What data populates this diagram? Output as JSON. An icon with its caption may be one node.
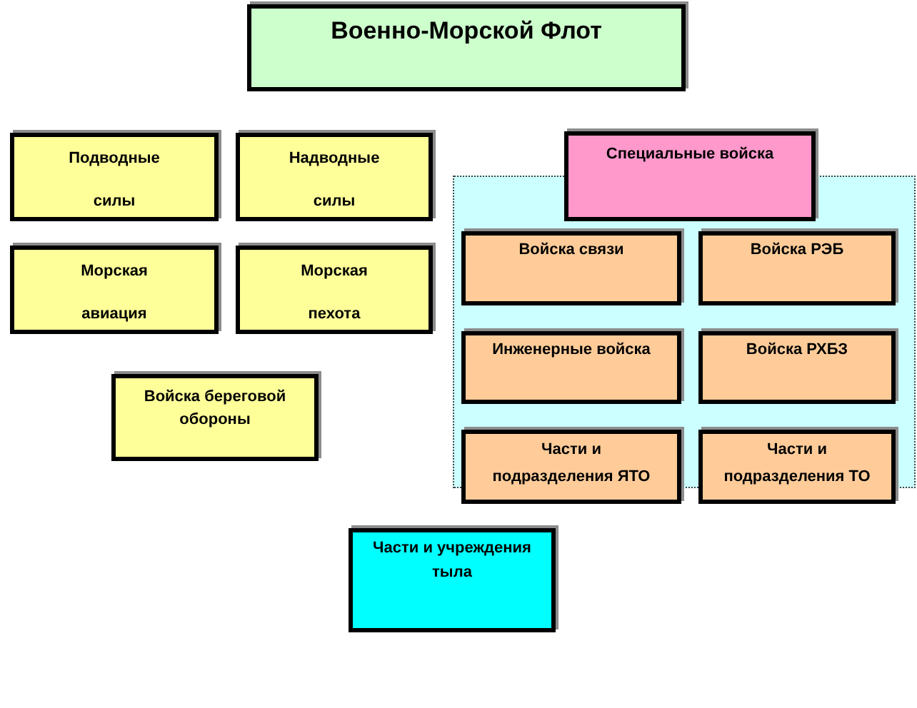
{
  "diagram": {
    "nodes": [
      {
        "text": [
          "Военно-Морской Флот"
        ]
      },
      {
        "text": [
          "Подводные силы"
        ]
      },
      {
        "text": [
          "Надводные силы"
        ]
      },
      {
        "text": [
          "Специальные войска"
        ]
      },
      {
        "text": [],
        "shape": "box"
      },
      {
        "text": [
          "Войска связи"
        ],
        "in": 4
      },
      {
        "text": [
          "Войска РЭБ"
        ],
        "in": 4
      },
      {
        "text": [
          "Морская авиация"
        ]
      },
      {
        "text": [
          "Морская пехота"
        ]
      },
      {
        "text": [
          "Инженерные войска"
        ],
        "in": 4
      },
      {
        "text": [
          "Войска РХБЗ"
        ],
        "in": 4
      },
      {
        "text": [
          "Войска береговой обороны"
        ]
      },
      {
        "text": [
          "Части и подразделения ЯТО"
        ]
      },
      {
        "text": [
          "Части и подразделения ТО"
        ]
      },
      {
        "text": [
          "Части и учреждения тыла"
        ]
      }
    ]
  }
}
